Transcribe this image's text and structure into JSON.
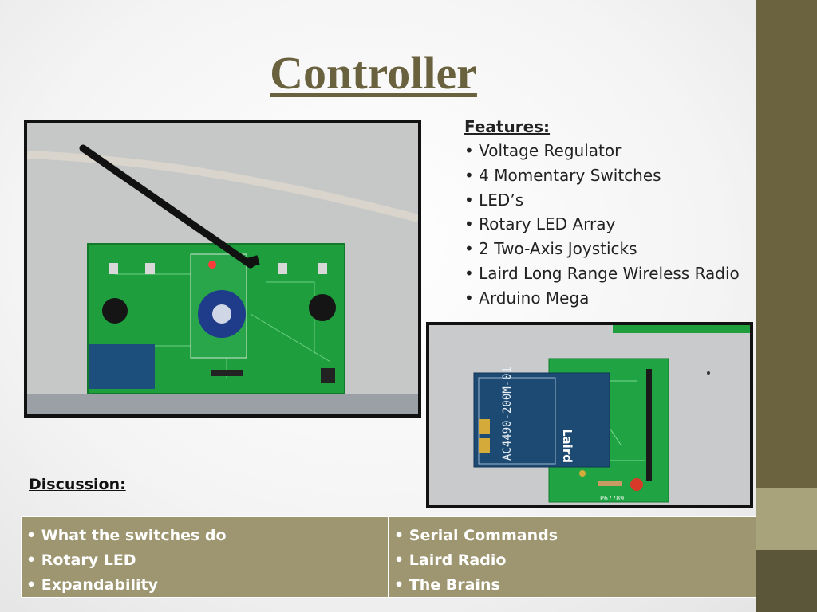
{
  "slide": {
    "title": "Controller",
    "features": {
      "heading": "Features:",
      "items": [
        "Voltage Regulator",
        "4 Momentary Switches",
        "LED’s",
        "Rotary LED Array",
        "2 Two-Axis Joysticks",
        "Laird Long Range Wireless Radio",
        "Arduino Mega"
      ]
    },
    "discussion": {
      "heading": "Discussion:",
      "left_items": [
        "What the switches do",
        "Rotary LED",
        "Expandability"
      ],
      "right_items": [
        "Serial Commands",
        "Laird Radio",
        "The Brains"
      ]
    },
    "radio_module_label": "AC4490-200M-01",
    "radio_brand": "Laird",
    "board_part": "P67789"
  },
  "colors": {
    "title": "#6a623e",
    "sidebar": "#6b6340",
    "sidebar_band": "#a9a37c",
    "table_fill": "#9d9670",
    "pcb_green": "#1f9e3e"
  }
}
